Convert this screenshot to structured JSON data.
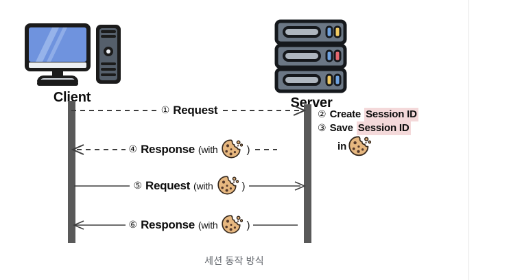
{
  "diagram": {
    "title_caption": "세션 동작 방식",
    "actors": [
      {
        "id": "client",
        "label": "Client",
        "icon": "desktop-computer-icon"
      },
      {
        "id": "server",
        "label": "Server",
        "icon": "server-rack-icon"
      }
    ],
    "messages": [
      {
        "number": "①",
        "verb": "Request",
        "with_label": "",
        "has_cookie": false,
        "direction": "right",
        "style": "dashed"
      },
      {
        "number": "④",
        "verb": "Response",
        "with_label": "(with",
        "has_cookie": true,
        "direction": "left",
        "style": "dashed"
      },
      {
        "number": "⑤",
        "verb": "Request",
        "with_label": "(with",
        "has_cookie": true,
        "direction": "right",
        "style": "solid"
      },
      {
        "number": "⑥",
        "verb": "Response",
        "with_label": "(with",
        "has_cookie": true,
        "direction": "left",
        "style": "solid"
      }
    ],
    "server_notes": [
      {
        "number": "②",
        "verb": "Create",
        "highlight": "Session ID"
      },
      {
        "number": "③",
        "verb": "Save",
        "highlight": "Session ID"
      }
    ],
    "server_note_indent": {
      "text": "in",
      "has_cookie": true
    }
  },
  "colors": {
    "lifeline": "#595959",
    "highlight": "#f4d9da",
    "monitor_screen": "#6f93de",
    "server_rack": "#6b7785",
    "cookie_body": "#e7b880",
    "cookie_chip": "#55392a",
    "caption_text": "#666a70",
    "divider": "#e6e6e6"
  }
}
